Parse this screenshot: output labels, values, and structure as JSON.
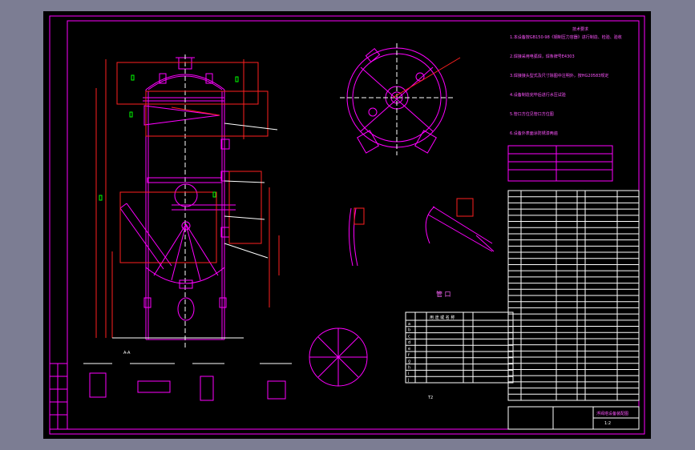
{
  "drawing": {
    "tech_requirements_title": "技术要求",
    "tech_requirements": [
      "1.本设备按GB150-98《钢制压力容器》进行制造、检验、验收",
      "2.焊接采用电弧焊，焊条牌号E4303",
      "3.焊接接头型式及尺寸除图中注明外，按HG20583规定",
      "4.设备制造完毕后进行水压试验",
      "5.管口方位见管口方位图",
      "6.设备外表面涂防锈漆两遍"
    ],
    "nozzle_table_title": "管 口",
    "nozzle_table_header": "用 途 或 名 称",
    "nozzle_rows": [
      "a",
      "b",
      "c",
      "d",
      "e",
      "f",
      "g",
      "h",
      "i",
      "j"
    ],
    "bom_rows": 34,
    "title_block_text": "浮阀塔设备装配图",
    "label_T2": "T2",
    "label_Ab": "A-A",
    "label_12": "1:2"
  }
}
